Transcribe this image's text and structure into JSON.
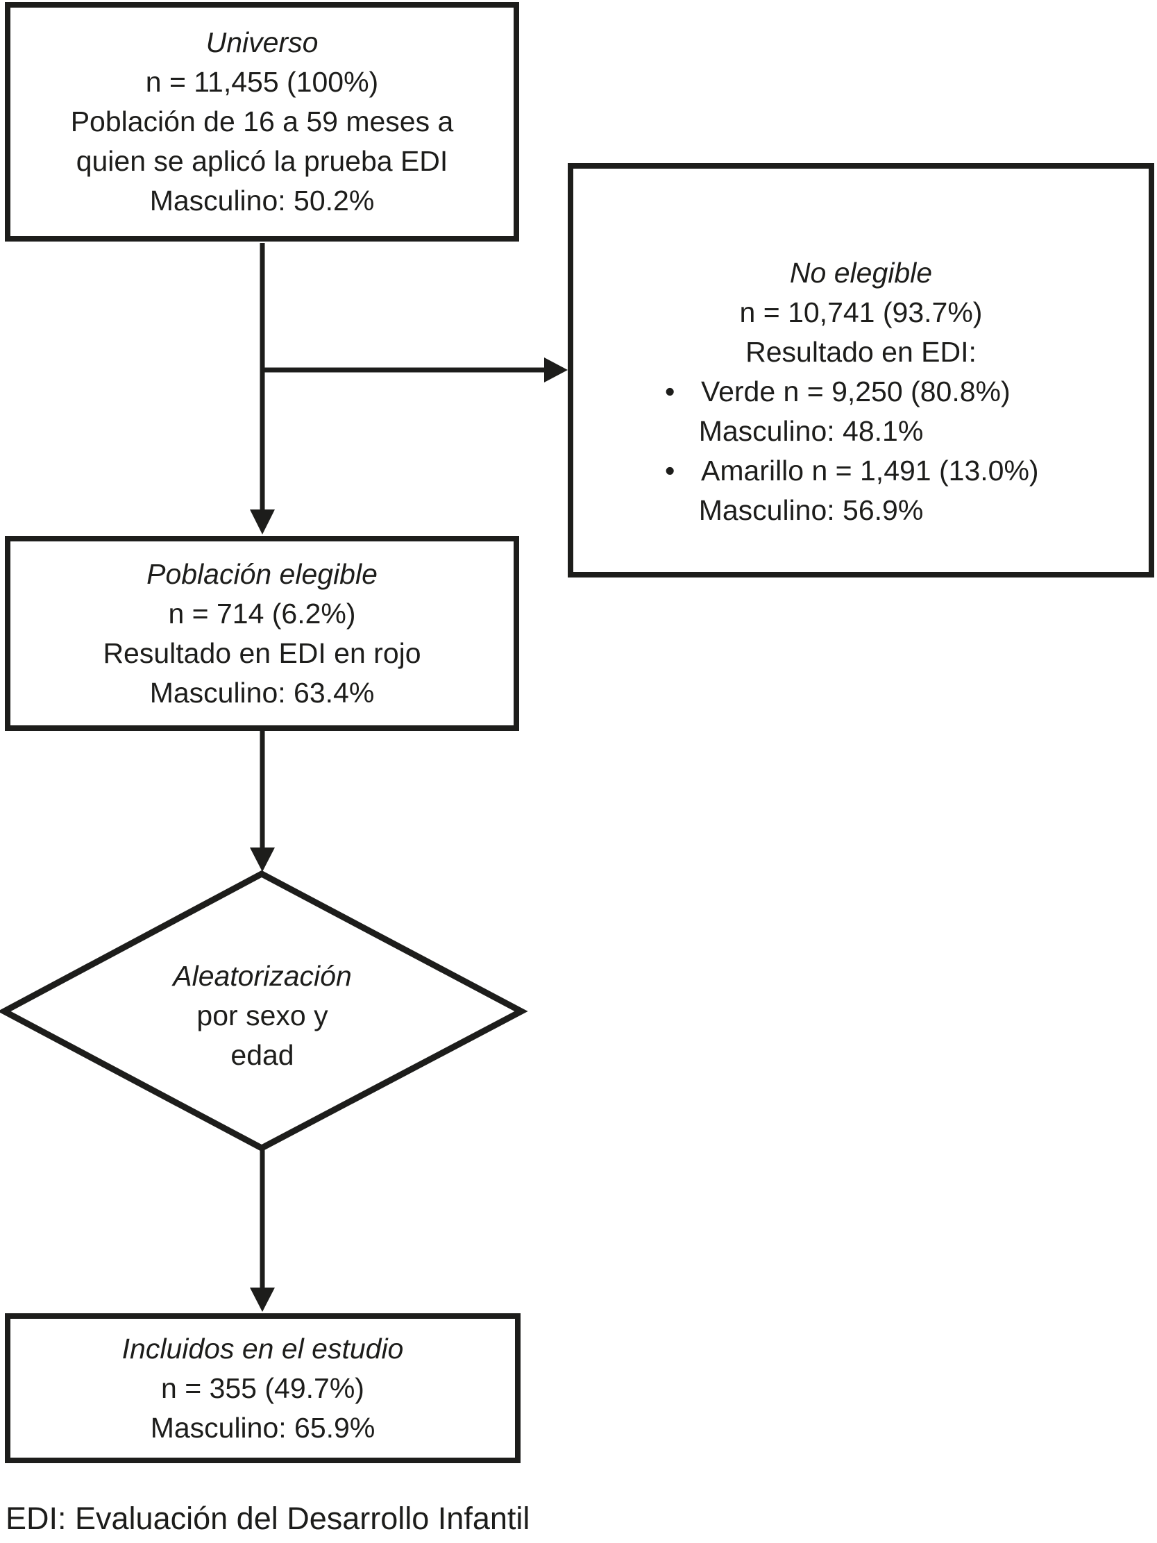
{
  "colors": {
    "ink": "#1d1d1b",
    "background": "#ffffff"
  },
  "boxes": {
    "universo": {
      "title": "Universo",
      "line1": "n = 11,455 (100%)",
      "line2": "Población de 16 a 59 meses a",
      "line3": "quien se aplicó la prueba EDI",
      "line4": "Masculino: 50.2%"
    },
    "no_elegible": {
      "title": "No elegible",
      "line1": "n = 10,741 (93.7%)",
      "line2": "Resultado en EDI:",
      "bullet_glyph": "•",
      "bullet1": "Verde n = 9,250 (80.8%)",
      "bullet1_detail": "Masculino: 48.1%",
      "bullet2": "Amarillo n = 1,491 (13.0%)",
      "bullet2_detail": "Masculino: 56.9%"
    },
    "poblacion_elegible": {
      "title": "Población elegible",
      "line1": "n = 714 (6.2%)",
      "line2": "Resultado en EDI en rojo",
      "line3": "Masculino: 63.4%"
    },
    "aleatorizacion": {
      "title": "Aleatorización",
      "line1": "por sexo y",
      "line2": "edad"
    },
    "incluidos": {
      "title": "Incluidos en el estudio",
      "line1": "n = 355 (49.7%)",
      "line2": "Masculino: 65.9%"
    }
  },
  "footnote": "EDI: Evaluación del Desarrollo Infantil"
}
